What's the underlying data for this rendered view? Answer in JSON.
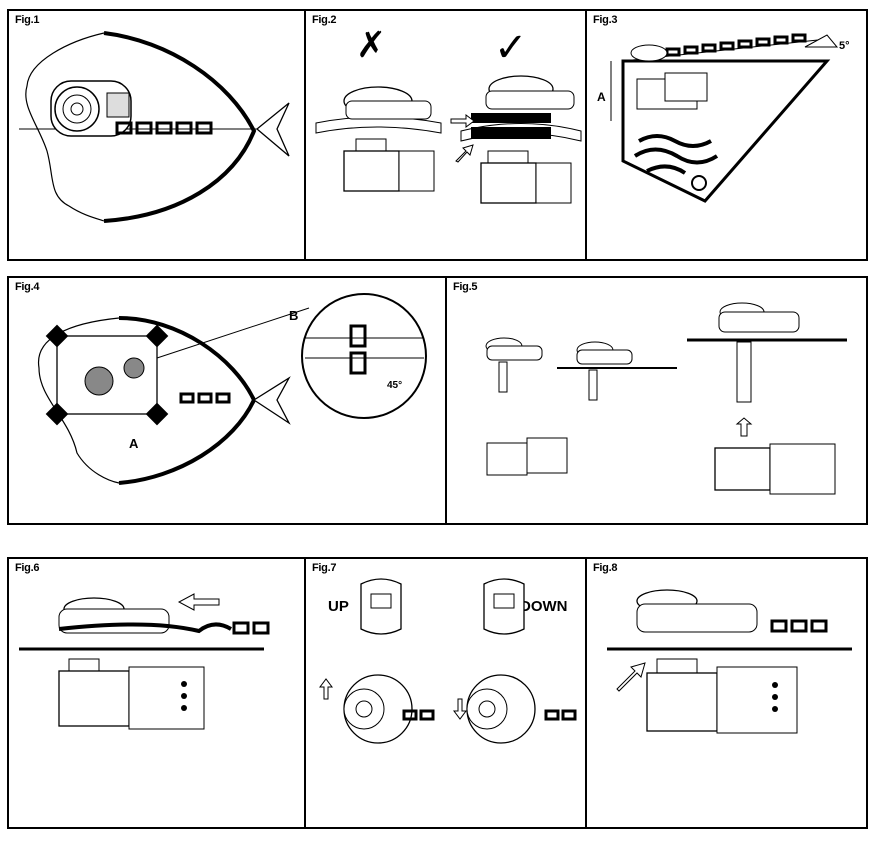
{
  "figures": {
    "fig1": {
      "label": "Fig.1"
    },
    "fig2": {
      "label": "Fig.2",
      "wrong_mark": "✗",
      "right_mark": "✓"
    },
    "fig3": {
      "label": "Fig.3",
      "dimension": "A",
      "angle": "5°"
    },
    "fig4": {
      "label": "Fig.4",
      "detail_label": "B",
      "area_label": "A",
      "angle": "45°"
    },
    "fig5": {
      "label": "Fig.5"
    },
    "fig6": {
      "label": "Fig.6"
    },
    "fig7": {
      "label": "Fig.7",
      "up_label": "UP",
      "down_label": "DOWN"
    },
    "fig8": {
      "label": "Fig.8"
    }
  }
}
